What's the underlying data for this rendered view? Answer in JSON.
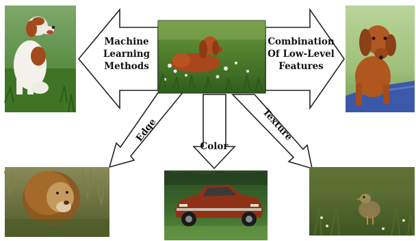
{
  "labels": {
    "machine_learning": [
      "Machine",
      "Learning",
      "Methods"
    ],
    "combination": [
      "Combination",
      "Of Low-Level",
      "Features"
    ],
    "edge": "Edge",
    "color": "Color",
    "texture": "Texture"
  },
  "images": {
    "center": "dog-in-grass-photo",
    "top_left": "spaniel-sitting-photo",
    "top_right": "dachshund-photo",
    "bottom_left": "lion-photo",
    "bottom_center": "red-car-photo",
    "bottom_right": "chick-in-grass-photo"
  },
  "colors": {
    "arrow_fill": "#ffffff",
    "arrow_stroke": "#222222",
    "grass": "#3e7a22",
    "dog_red": "#a8461c"
  }
}
